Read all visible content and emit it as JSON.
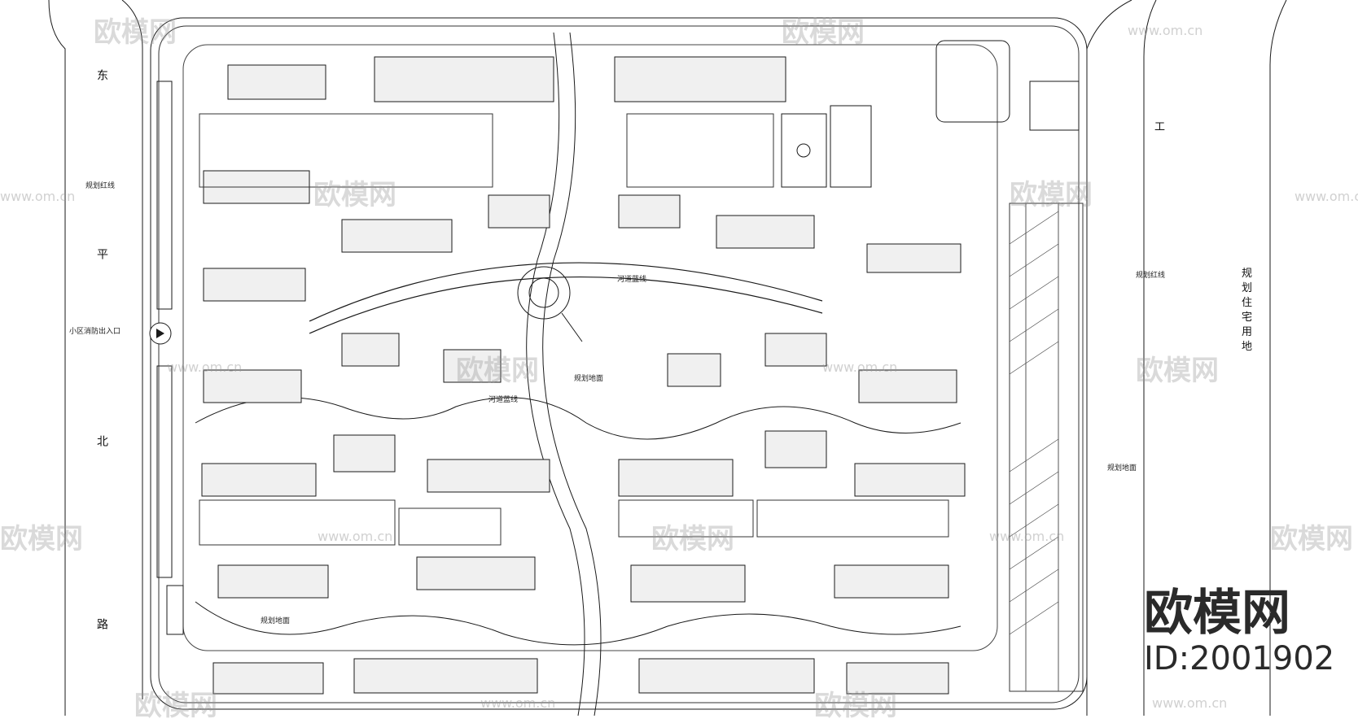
{
  "roads": {
    "left_name_chars": [
      "东",
      "平",
      "北",
      "路"
    ],
    "right_name_chars": [
      "工",
      "规",
      "划",
      "住",
      "宅",
      "用",
      "地"
    ],
    "left_redline": "规划红线",
    "right_redline": "规划红线",
    "fire_entrance": "小区消防出入口"
  },
  "labels": {
    "river_top": "河道蓝线",
    "river_bottom": "河道蓝线",
    "scenic_left": "规划地面",
    "scenic_center": "规划地面",
    "scenic_right": "规划地面"
  },
  "watermark": {
    "brand_text": "欧模网",
    "url_text": "www.om.cn"
  },
  "branding": {
    "logo_text": "欧模网",
    "id_text": "ID:2001902"
  }
}
